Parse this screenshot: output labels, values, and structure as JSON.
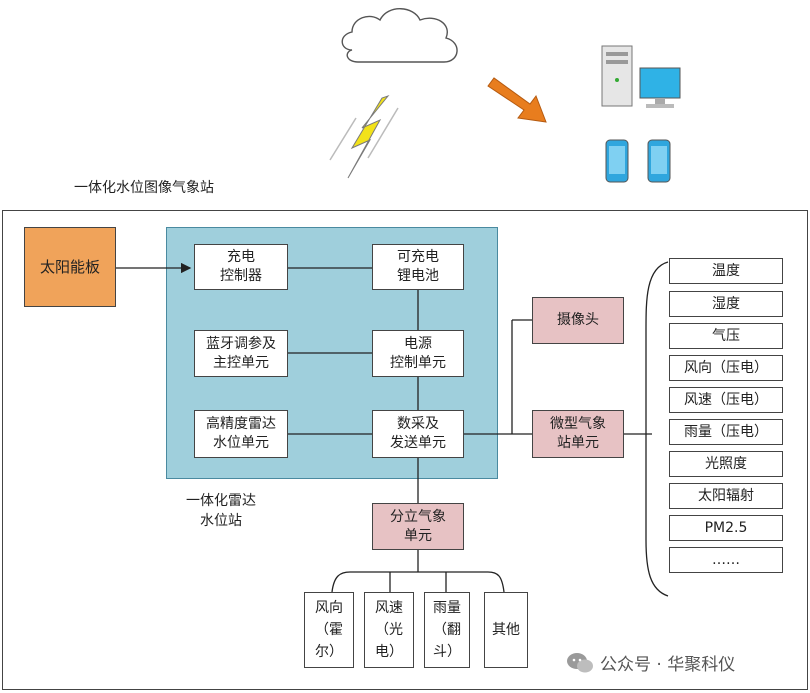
{
  "title": "一体化水位图像气象站",
  "radar_station_label": "一体化雷达\n水位站",
  "solar_panel": "太阳能板",
  "charge_controller": "充电\n控制器",
  "battery": "可充电\n锂电池",
  "bluetooth_main": "蓝牙调参及\n主控单元",
  "power_control": "电源\n控制单元",
  "radar_unit": "高精度雷达\n水位单元",
  "data_acq": "数采及\n发送单元",
  "camera": "摄像头",
  "micro_weather": "微型气象\n站单元",
  "split_weather": "分立气象\n单元",
  "sensors": [
    "温度",
    "湿度",
    "气压",
    "风向（压电）",
    "风速（压电）",
    "雨量（压电）",
    "光照度",
    "太阳辐射",
    "PM2.5",
    "……"
  ],
  "bottom_units": [
    "风向\n（霍\n尔）",
    "风速\n（光\n电）",
    "雨量\n（翻\n斗）",
    "其他"
  ],
  "watermark": "公众号 · 华聚科仪",
  "colors": {
    "blue_panel": "#9fcfdc",
    "pink_unit": "#e7c2c4",
    "solar": "#f0a35a",
    "arrow": "#e87d1e",
    "lightning": "#f2e21a"
  }
}
